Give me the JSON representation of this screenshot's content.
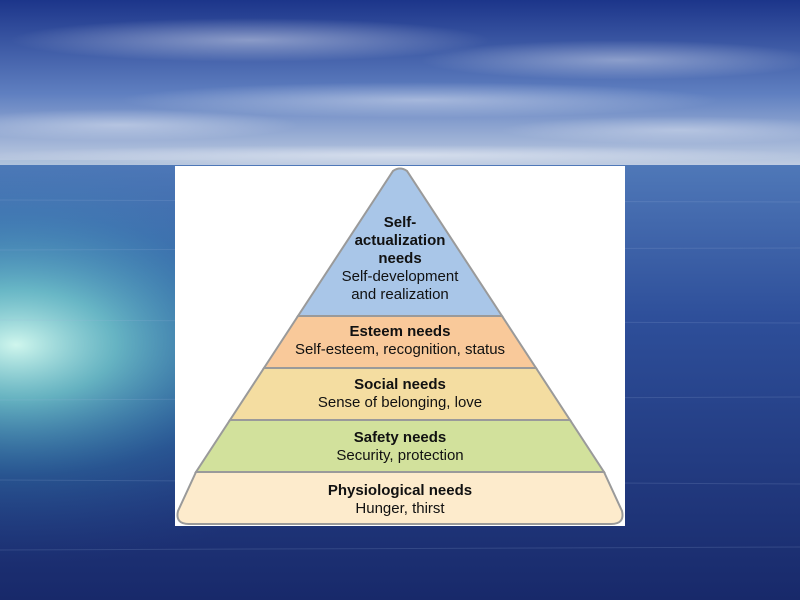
{
  "colors": {
    "sky_top": "#1e3a8a",
    "sky_mid": "#6f8fc8",
    "horizon": "#c7d3e3",
    "sea_light": "#5fb4cf",
    "sea_deep": "#1b2f73",
    "outline": "#9a9a9a"
  },
  "pyramid": {
    "levels": [
      {
        "title": "Self-\nactualization\nneeds",
        "description": "Self-development\nand realization",
        "color": "#a9c6e8"
      },
      {
        "title": "Esteem needs",
        "description": "Self-esteem, recognition, status",
        "color": "#f9c99a"
      },
      {
        "title": "Social needs",
        "description": "Sense of belonging, love",
        "color": "#f4dda1"
      },
      {
        "title": "Safety needs",
        "description": "Security, protection",
        "color": "#d2e19c"
      },
      {
        "title": "Physiological needs",
        "description": "Hunger, thirst",
        "color": "#fdebcc"
      }
    ]
  }
}
